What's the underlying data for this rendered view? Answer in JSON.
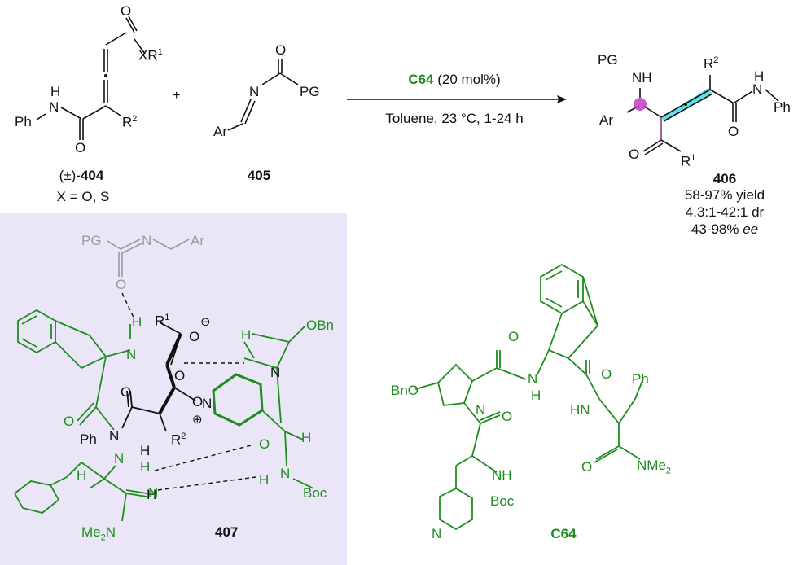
{
  "reaction": {
    "reagent_404": {
      "prefix": "(±)-",
      "number": "404",
      "note": "X = O, S"
    },
    "reagent_405": {
      "number": "405"
    },
    "plus": "+",
    "catalyst": {
      "name": "C64",
      "loading": " (20 mol%)"
    },
    "conditions": "Toluene, 23 °C, 1-24 h",
    "product_406": {
      "number": "406",
      "yield": "58-97% yield",
      "dr": "4.3:1-42:1 dr",
      "ee_value": "43-98% ",
      "ee_label": "ee"
    }
  },
  "atom_labels": {
    "allene_404": {
      "O_top": "O",
      "XR1": "XR",
      "sup1": "1",
      "NH": "H",
      "N": "N",
      "Ph": "Ph",
      "O_bottom": "O",
      "R2": "R",
      "sup2": "2"
    },
    "imine_405": {
      "O": "O",
      "PG": "PG",
      "N": "N",
      "Ar": "Ar"
    },
    "product_406": {
      "PG": "PG",
      "NH": "NH",
      "R2": "R",
      "sup2": "2",
      "H": "H",
      "N": "N",
      "Ph": "Ph",
      "Ar": "Ar",
      "O_amide": "O",
      "O_ketone": "O",
      "R1": "R",
      "sup1": "1"
    }
  },
  "ts_407": {
    "label": "407",
    "grey": {
      "PG": "PG",
      "N": "N",
      "Ar": "Ar",
      "O": "O"
    },
    "black": {
      "R1": "R",
      "sup1": "1",
      "O_minus": "O",
      "minus": "⊖",
      "O2": "O",
      "O3": "O",
      "O4": "O",
      "R2": "R",
      "sup2": "2",
      "N_ring": "N",
      "Ph": "Ph",
      "N": "N",
      "H": "H",
      "H2": "H",
      "N_pyr": "N",
      "plus": "⊕"
    },
    "green": {
      "H_top": "H",
      "N1": "N",
      "O_amide": "O",
      "N2": "N",
      "H3": "H",
      "O_lower": "O",
      "Me2N": "Me",
      "sub2": "2",
      "N3": "N",
      "H4": "H",
      "NBoc": "N",
      "Boc": "Boc",
      "H5": "H",
      "H6": "H",
      "OBn": "OBn",
      "H7": "H"
    }
  },
  "catalyst_C64": {
    "label": "C64",
    "atoms": {
      "BnO": "BnO",
      "N_pro": "N",
      "O1": "O",
      "O2": "O",
      "NH1": "N",
      "H1": "H",
      "O3": "O",
      "HN": "HN",
      "Ph": "Ph",
      "O4": "O",
      "NMe2": "NMe",
      "sub2": "2",
      "NH2": "NH",
      "Boc": "Boc",
      "N_pyr": "N"
    }
  },
  "colors": {
    "catalyst_green": "#1e8c1e",
    "ts_background": "#ebe6f7",
    "highlight_cyan": "#29d6e6",
    "stereocenter_magenta": "#c040c0",
    "grey_substrate": "#9a9a9a"
  }
}
